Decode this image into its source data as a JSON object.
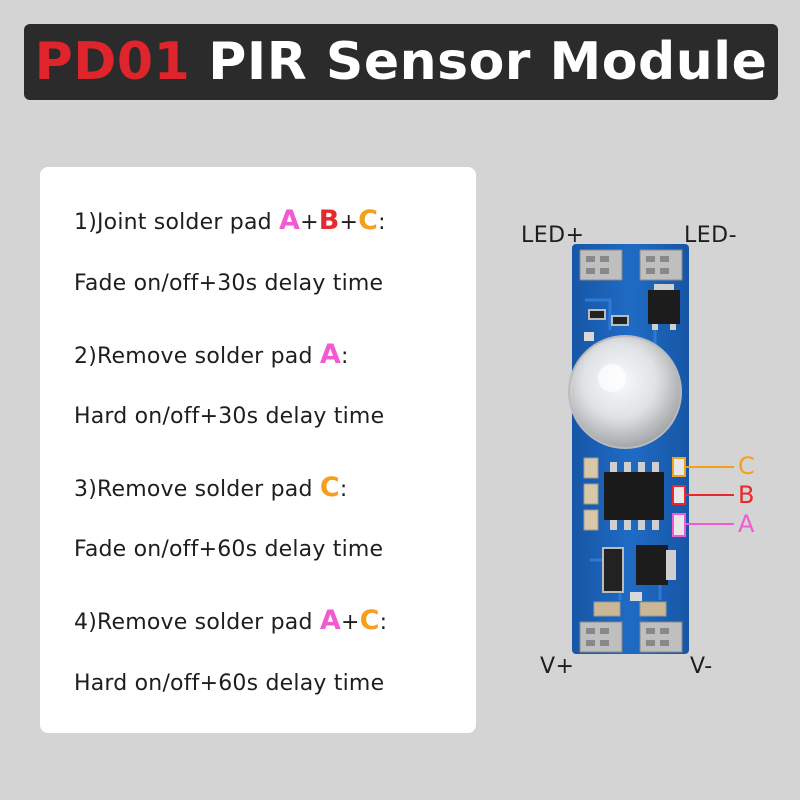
{
  "title": {
    "code": "PD01",
    "rest": "PIR Sensor Module"
  },
  "instructions": [
    {
      "heading": "1)Joint solder pad ",
      "pads": [
        "A",
        "B",
        "C"
      ],
      "separators": [
        "+",
        "+"
      ],
      "colon": ":",
      "description": "Fade on/off+30s delay time"
    },
    {
      "heading": "2)Remove solder pad ",
      "pads": [
        "A"
      ],
      "separators": [],
      "colon": ":",
      "description": "Hard on/off+30s delay time"
    },
    {
      "heading": "3)Remove solder pad ",
      "pads": [
        "C"
      ],
      "separators": [],
      "colon": ":",
      "description": "Fade on/off+60s delay time"
    },
    {
      "heading": "4)Remove solder pad ",
      "pads": [
        "A",
        "C"
      ],
      "separators": [
        "+"
      ],
      "colon": ":",
      "description": "Hard on/off+60s delay time"
    }
  ],
  "board": {
    "labels": {
      "led_plus": "LED+",
      "led_minus": "LED-",
      "v_plus": "V+",
      "v_minus": "V-"
    },
    "markers": [
      {
        "name": "C",
        "color": "#f5a01c"
      },
      {
        "name": "B",
        "color": "#e8282c"
      },
      {
        "name": "A",
        "color": "#f25ad3"
      }
    ]
  },
  "colors": {
    "pad_a": "#f25ad3",
    "pad_b": "#e8282c",
    "pad_c": "#f5a01c",
    "title_code": "#e0242b",
    "pcb": "#1a63b8"
  }
}
